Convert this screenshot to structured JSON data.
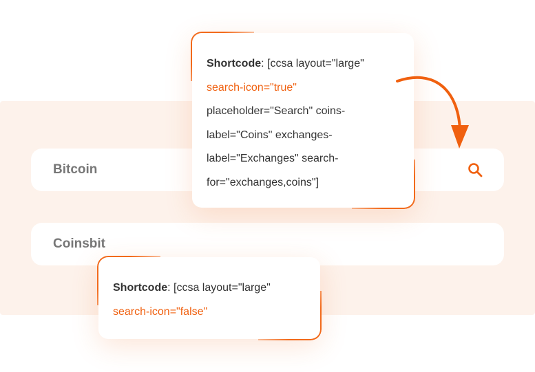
{
  "search_bars": [
    {
      "value": "Bitcoin",
      "has_search_icon": true
    },
    {
      "value": "Coinsbit",
      "has_search_icon": false
    }
  ],
  "card_true": {
    "label": "Shortcode",
    "line1": ": [ccsa layout=\"large\"",
    "highlight": "search-icon=\"true\"",
    "line3": "placeholder=\"Search\" coins-",
    "line4": "label=\"Coins\" exchanges-",
    "line5": "label=\"Exchanges\" search-",
    "line6": "for=\"exchanges,coins\"]"
  },
  "card_false": {
    "label": "Shortcode",
    "line1": ": [ccsa layout=\"large\"",
    "highlight": "search-icon=\"false\""
  },
  "colors": {
    "accent": "#f0600f",
    "band": "#fdf2eb"
  }
}
